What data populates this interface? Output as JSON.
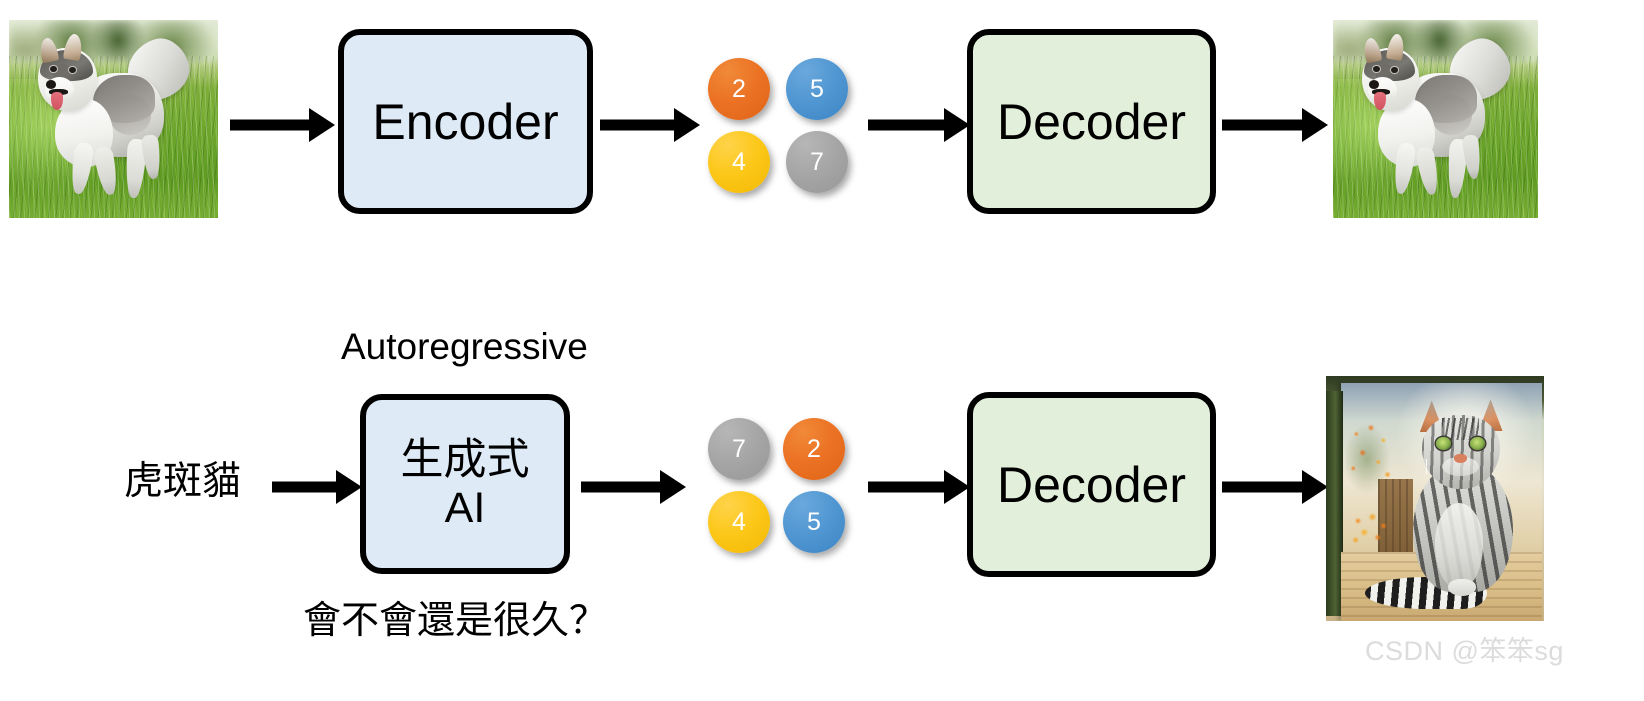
{
  "colors": {
    "encoder_fill": "#deeaf6",
    "decoder_fill": "#e2efda",
    "box_border": "#000000",
    "token_orange": "#ec7325",
    "token_blue": "#4f96d2",
    "token_yellow": "#fcc717",
    "token_gray": "#a5a5a5",
    "watermark": "#dcdcdc",
    "background": "#ffffff"
  },
  "row_top": {
    "input_image_alt": "husky dog running in grass",
    "encoder_label": "Encoder",
    "decoder_label": "Decoder",
    "output_image_alt": "husky dog running in grass",
    "tokens": [
      {
        "value": "2",
        "color": "orange"
      },
      {
        "value": "5",
        "color": "blue"
      },
      {
        "value": "4",
        "color": "yellow"
      },
      {
        "value": "7",
        "color": "gray"
      }
    ]
  },
  "row_bottom": {
    "section_label": "Autoregressive",
    "input_text": "虎斑貓",
    "model_label": "生成式\nAI",
    "decoder_label": "Decoder",
    "caption": "會不會還是很久？",
    "output_image_alt": "painting of a tabby cat in a garden",
    "tokens": [
      {
        "value": "7",
        "color": "gray"
      },
      {
        "value": "2",
        "color": "orange"
      },
      {
        "value": "4",
        "color": "yellow"
      },
      {
        "value": "5",
        "color": "blue"
      }
    ]
  },
  "watermark": {
    "text": "CSDN @笨笨sg"
  }
}
